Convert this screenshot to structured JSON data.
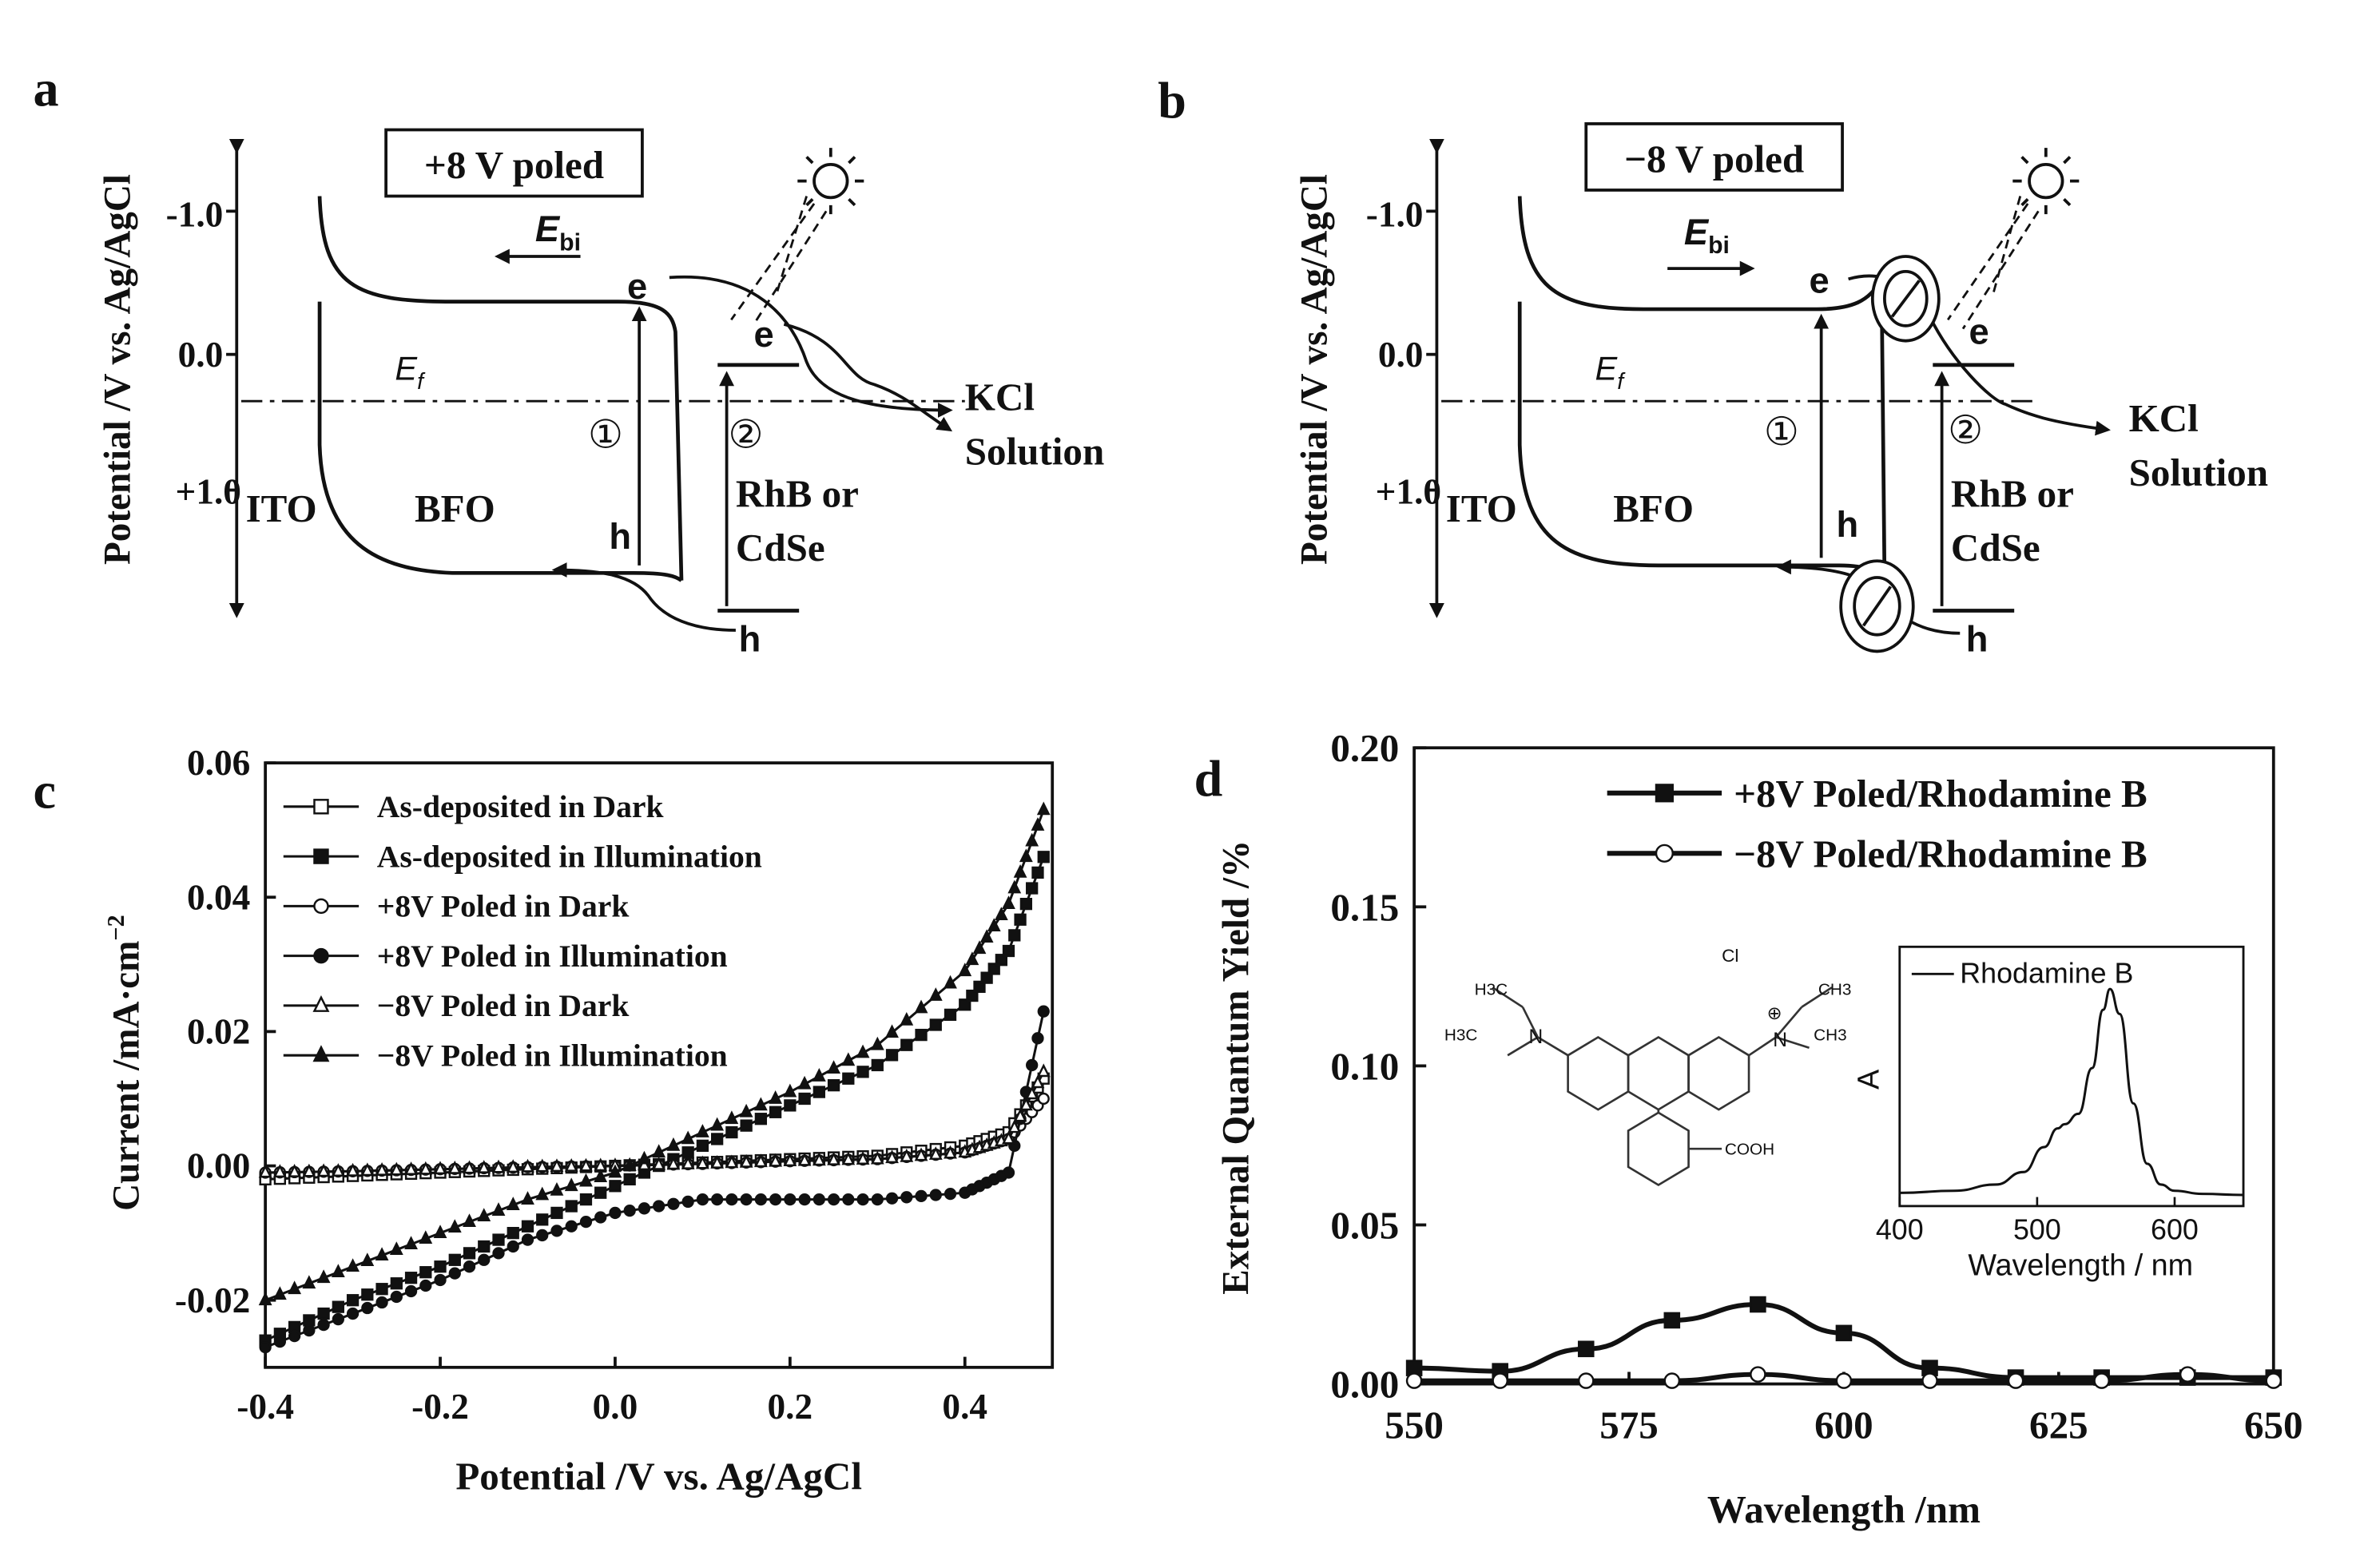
{
  "panels": {
    "a": {
      "label": "a",
      "poled_label": "+8 V poled",
      "y_axis_label": "Potential /V vs. Ag/AgCl",
      "y_ticks": [
        "-1.0",
        "0.0",
        "+1.0"
      ],
      "field_label_main": "E",
      "field_label_sub": "bi",
      "fermi_main": "E",
      "fermi_sub": "f",
      "ito_label": "ITO",
      "bfo_label": "BFO",
      "rhb_line1": "RhB or",
      "rhb_line2": "CdSe",
      "solution_line1": "KCl",
      "solution_line2": "Solution",
      "electron_label": "e",
      "hole_label": "h",
      "step1": "①",
      "step2": "②"
    },
    "b": {
      "label": "b",
      "poled_label": "−8 V poled",
      "y_axis_label": "Potential /V vs. Ag/AgCl",
      "y_ticks": [
        "-1.0",
        "0.0",
        "+1.0"
      ],
      "field_label_main": "E",
      "field_label_sub": "bi",
      "fermi_main": "E",
      "fermi_sub": "f",
      "ito_label": "ITO",
      "bfo_label": "BFO",
      "rhb_line1": "RhB or",
      "rhb_line2": "CdSe",
      "solution_line1": "KCl",
      "solution_line2": "Solution",
      "electron_label": "e",
      "hole_label": "h",
      "step1": "①",
      "step2": "②"
    },
    "c": {
      "label": "c"
    },
    "d": {
      "label": "d"
    }
  },
  "chart_data": [
    {
      "panel": "c",
      "type": "line",
      "xlabel": "Potential /V vs. Ag/AgCl",
      "ylabel": "Current /mA·cm",
      "ylabel_superscript": "−2",
      "xlim": [
        -0.4,
        0.5
      ],
      "ylim": [
        -0.03,
        0.06
      ],
      "x_ticks": [
        -0.4,
        -0.2,
        0.0,
        0.2,
        0.4
      ],
      "x_tick_labels": [
        "-0.4",
        "-0.2",
        "0.0",
        "0.2",
        "0.4"
      ],
      "y_ticks": [
        -0.02,
        0.0,
        0.02,
        0.04,
        0.06
      ],
      "y_tick_labels": [
        "-0.02",
        "0.00",
        "0.02",
        "0.04",
        "0.06"
      ],
      "legend_position": "top-left",
      "series": [
        {
          "name": "As-deposited in Dark",
          "marker": "square-open",
          "x": [
            -0.4,
            -0.3,
            -0.2,
            -0.1,
            0.0,
            0.1,
            0.2,
            0.3,
            0.4,
            0.45,
            0.49
          ],
          "y": [
            -0.002,
            -0.0015,
            -0.001,
            -0.0005,
            0.0,
            0.0005,
            0.001,
            0.0015,
            0.003,
            0.005,
            0.013
          ]
        },
        {
          "name": "As-deposited in Illumination",
          "marker": "square-filled",
          "x": [
            -0.4,
            -0.3,
            -0.2,
            -0.1,
            0.0,
            0.1,
            0.2,
            0.3,
            0.4,
            0.45,
            0.49
          ],
          "y": [
            -0.026,
            -0.02,
            -0.015,
            -0.009,
            -0.003,
            0.003,
            0.009,
            0.015,
            0.024,
            0.032,
            0.046
          ]
        },
        {
          "name": "+8V Poled in Dark",
          "marker": "circle-open",
          "x": [
            -0.4,
            -0.3,
            -0.2,
            -0.1,
            0.0,
            0.1,
            0.2,
            0.3,
            0.4,
            0.45,
            0.49
          ],
          "y": [
            -0.001,
            -0.0008,
            -0.0005,
            -0.0002,
            0.0,
            0.0003,
            0.0007,
            0.001,
            0.002,
            0.004,
            0.01
          ]
        },
        {
          "name": "+8V Poled in Illumination",
          "marker": "circle-filled",
          "x": [
            -0.4,
            -0.3,
            -0.2,
            -0.1,
            0.0,
            0.1,
            0.2,
            0.3,
            0.4,
            0.45,
            0.49
          ],
          "y": [
            -0.027,
            -0.022,
            -0.017,
            -0.011,
            -0.007,
            -0.005,
            -0.005,
            -0.005,
            -0.004,
            -0.001,
            0.023
          ]
        },
        {
          "name": "−8V Poled in Dark",
          "marker": "triangle-open",
          "x": [
            -0.4,
            -0.3,
            -0.2,
            -0.1,
            0.0,
            0.1,
            0.2,
            0.3,
            0.4,
            0.45,
            0.49
          ],
          "y": [
            -0.001,
            -0.0008,
            -0.0005,
            -0.0002,
            0.0,
            0.0003,
            0.0007,
            0.001,
            0.002,
            0.004,
            0.014
          ]
        },
        {
          "name": "−8V Poled in Illumination",
          "marker": "triangle-filled",
          "x": [
            -0.4,
            -0.3,
            -0.2,
            -0.1,
            0.0,
            0.1,
            0.2,
            0.3,
            0.4,
            0.45,
            0.49
          ],
          "y": [
            -0.02,
            -0.015,
            -0.01,
            -0.005,
            -0.001,
            0.005,
            0.011,
            0.018,
            0.029,
            0.039,
            0.053
          ]
        }
      ]
    },
    {
      "panel": "d",
      "type": "line",
      "xlabel": "Wavelength /nm",
      "ylabel": "External Quantum Yield /%",
      "xlim": [
        550,
        650
      ],
      "ylim": [
        0,
        0.2
      ],
      "x_ticks": [
        550,
        575,
        600,
        625,
        650
      ],
      "x_tick_labels": [
        "550",
        "575",
        "600",
        "625",
        "650"
      ],
      "y_ticks": [
        0,
        0.05,
        0.1,
        0.15,
        0.2
      ],
      "y_tick_labels": [
        "0.00",
        "0.05",
        "0.10",
        "0.15",
        "0.20"
      ],
      "legend_position": "top-right",
      "series": [
        {
          "name": "+8V Poled/Rhodamine B",
          "marker": "square-filled",
          "x": [
            550,
            560,
            570,
            580,
            590,
            600,
            610,
            620,
            630,
            640,
            650
          ],
          "y": [
            0.005,
            0.004,
            0.011,
            0.02,
            0.025,
            0.016,
            0.005,
            0.002,
            0.002,
            0.002,
            0.002
          ]
        },
        {
          "name": "−8V Poled/Rhodamine B",
          "marker": "circle-open",
          "x": [
            550,
            560,
            570,
            580,
            590,
            600,
            610,
            620,
            630,
            640,
            650
          ],
          "y": [
            0.001,
            0.001,
            0.001,
            0.001,
            0.003,
            0.001,
            0.001,
            0.001,
            0.001,
            0.003,
            0.001
          ]
        }
      ],
      "inset": {
        "type": "line",
        "legend_label": "Rhodamine B",
        "xlabel": "Wavelength / nm",
        "ylabel": "A",
        "xlim": [
          400,
          650
        ],
        "x_ticks": [
          400,
          500,
          600
        ],
        "x_tick_labels": [
          "400",
          "500",
          "600"
        ],
        "x": [
          400,
          440,
          470,
          490,
          505,
          515,
          520,
          530,
          540,
          548,
          553,
          560,
          570,
          580,
          590,
          600,
          620,
          650
        ],
        "y": [
          0.02,
          0.03,
          0.06,
          0.12,
          0.24,
          0.33,
          0.35,
          0.4,
          0.62,
          0.9,
          1.0,
          0.88,
          0.45,
          0.16,
          0.06,
          0.03,
          0.015,
          0.01
        ]
      },
      "structure": {
        "labels": [
          "H3C",
          "N",
          "CH3",
          "Cl",
          "⊕",
          "COOH"
        ]
      }
    }
  ]
}
